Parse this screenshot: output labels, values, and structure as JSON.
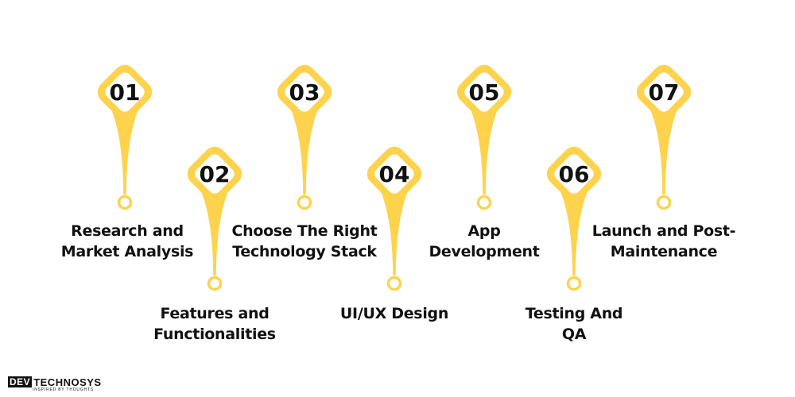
{
  "accent_color": "#FDD34E",
  "text_color": "#111111",
  "steps": [
    {
      "number": "01",
      "label_lines": [
        "Research and",
        "Market Analysis"
      ],
      "row": "top"
    },
    {
      "number": "02",
      "label_lines": [
        "Features and",
        "Functionalities"
      ],
      "row": "bottom"
    },
    {
      "number": "03",
      "label_lines": [
        "Choose The Right",
        "Technology Stack"
      ],
      "row": "top"
    },
    {
      "number": "04",
      "label_lines": [
        "UI/UX Design"
      ],
      "row": "bottom"
    },
    {
      "number": "05",
      "label_lines": [
        "App",
        "Development"
      ],
      "row": "top"
    },
    {
      "number": "06",
      "label_lines": [
        "Testing And",
        "QA"
      ],
      "row": "bottom"
    },
    {
      "number": "07",
      "label_lines": [
        "Launch and Post-",
        "Maintenance"
      ],
      "row": "top"
    }
  ],
  "brand": {
    "box_text": "DEV",
    "name": "TECHNOSYS",
    "tagline": "INSPIRED BY THOUGHTS"
  }
}
